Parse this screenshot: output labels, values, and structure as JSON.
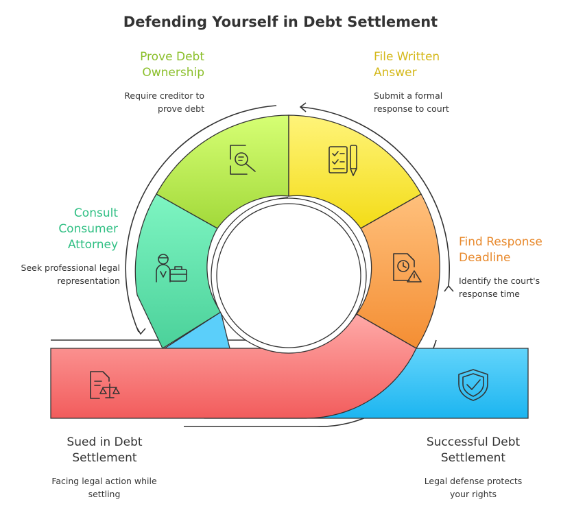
{
  "title": "Defending Yourself in Debt Settlement",
  "steps": [
    {
      "id": "sued",
      "title": "Sued in Debt\nSettlement",
      "description": "Facing legal action while\nsettling",
      "color": "#f25c5c",
      "icon": "document-scales-icon"
    },
    {
      "id": "consult",
      "title": "Consult\nConsumer\nAttorney",
      "description": "Seek professional legal\nrepresentation",
      "color": "#2fbf83",
      "icon": "attorney-briefcase-icon"
    },
    {
      "id": "prove",
      "title": "Prove Debt\nOwnership",
      "description": "Require creditor to\nprove debt",
      "color": "#8bbf2b",
      "icon": "document-search-icon"
    },
    {
      "id": "answer",
      "title": "File Written\nAnswer",
      "description": "Submit a formal\nresponse to court",
      "color": "#d4b81a",
      "icon": "checklist-pen-icon"
    },
    {
      "id": "deadline",
      "title": "Find Response\nDeadline",
      "description": "Identify the court's\nresponse time",
      "color": "#e88a2e",
      "icon": "clock-warning-icon"
    },
    {
      "id": "success",
      "title": "Successful Debt\nSettlement",
      "description": "Legal defense protects\nyour rights",
      "color": "#1fa6df",
      "icon": "shield-check-icon"
    }
  ]
}
